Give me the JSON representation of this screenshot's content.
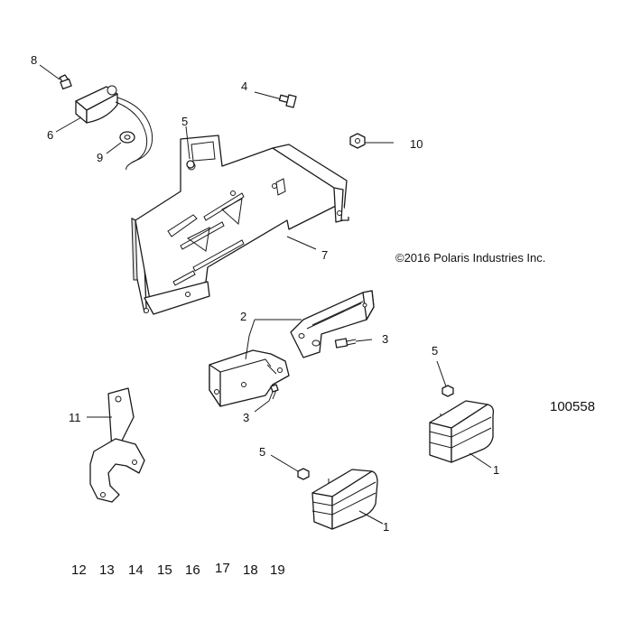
{
  "diagram": {
    "copyright": "©2016  Polaris Industries Inc.",
    "reference_number": "100558",
    "callouts": [
      "8",
      "6",
      "9",
      "4",
      "5",
      "10",
      "7",
      "2",
      "3",
      "3",
      "5",
      "11",
      "5",
      "1",
      "1"
    ],
    "bottom_numbers": [
      "12",
      "13",
      "14",
      "15",
      "16",
      "17",
      "18",
      "19"
    ]
  }
}
